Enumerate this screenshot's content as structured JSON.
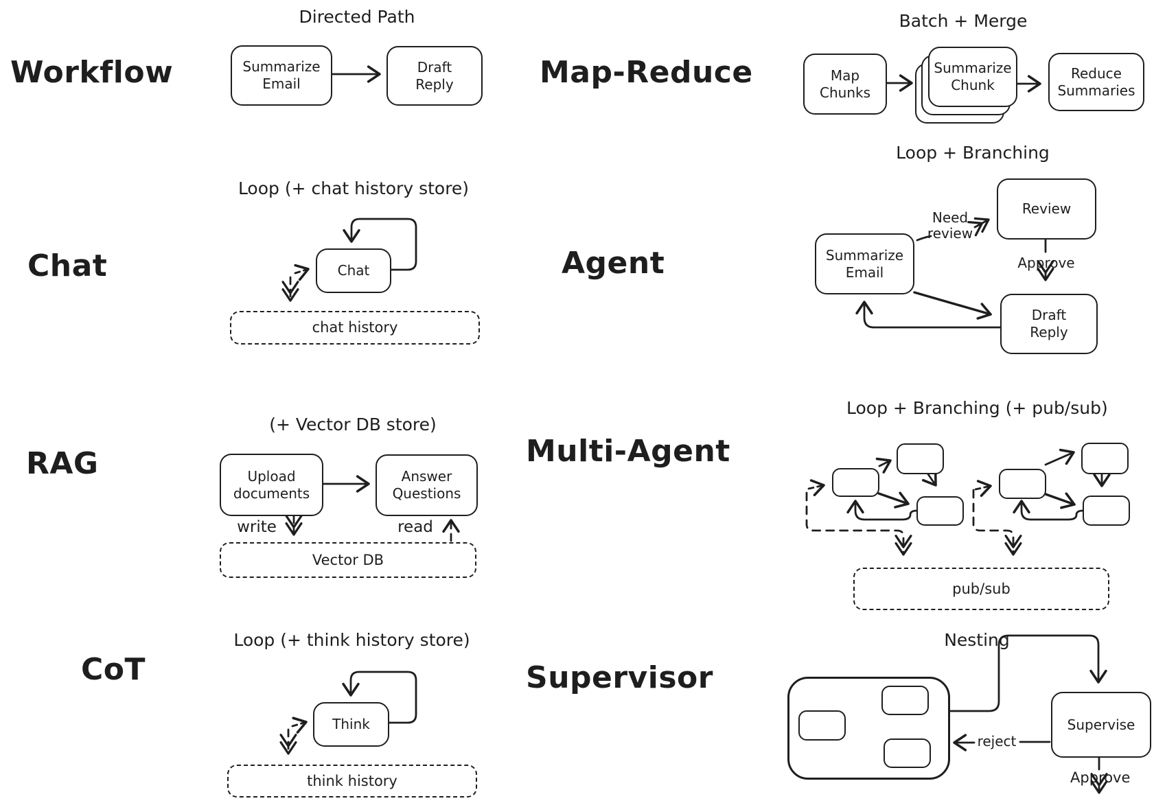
{
  "palette": {
    "ink": "#1e1e1e",
    "background": "#ffffff"
  },
  "sections": {
    "workflow": {
      "label": "Workflow",
      "title": "Directed Path",
      "nodes": {
        "summarize_email": "Summarize\nEmail",
        "draft_reply": "Draft\nReply"
      }
    },
    "map_reduce": {
      "label": "Map-Reduce",
      "title": "Batch + Merge",
      "nodes": {
        "map_chunks": "Map\nChunks",
        "summarize_chunk": "Summarize\nChunk",
        "reduce_summaries": "Reduce\nSummaries"
      }
    },
    "chat": {
      "label": "Chat",
      "title": "Loop (+ chat history store)",
      "nodes": {
        "chat": "Chat",
        "chat_history": "chat history"
      }
    },
    "agent": {
      "label": "Agent",
      "title": "Loop + Branching",
      "nodes": {
        "summarize_email": "Summarize\nEmail",
        "review": "Review",
        "draft_reply": "Draft\nReply"
      },
      "edges": {
        "need_review": "Need\nreview",
        "approve": "Approve"
      }
    },
    "rag": {
      "label": "RAG",
      "title": "(+ Vector DB store)",
      "nodes": {
        "upload_documents": "Upload\ndocuments",
        "answer_questions": "Answer\nQuestions",
        "vector_db": "Vector DB"
      },
      "edges": {
        "write": "write",
        "read": "read"
      }
    },
    "multi_agent": {
      "label": "Multi-Agent",
      "title": "Loop + Branching (+ pub/sub)",
      "nodes": {
        "pub_sub": "pub/sub"
      }
    },
    "cot": {
      "label": "CoT",
      "title": "Loop (+ think history store)",
      "nodes": {
        "think": "Think",
        "think_history": "think history"
      }
    },
    "supervisor": {
      "label": "Supervisor",
      "title": "Nesting",
      "nodes": {
        "supervise": "Supervise"
      },
      "edges": {
        "reject": "reject",
        "approve": "Approve"
      }
    }
  }
}
